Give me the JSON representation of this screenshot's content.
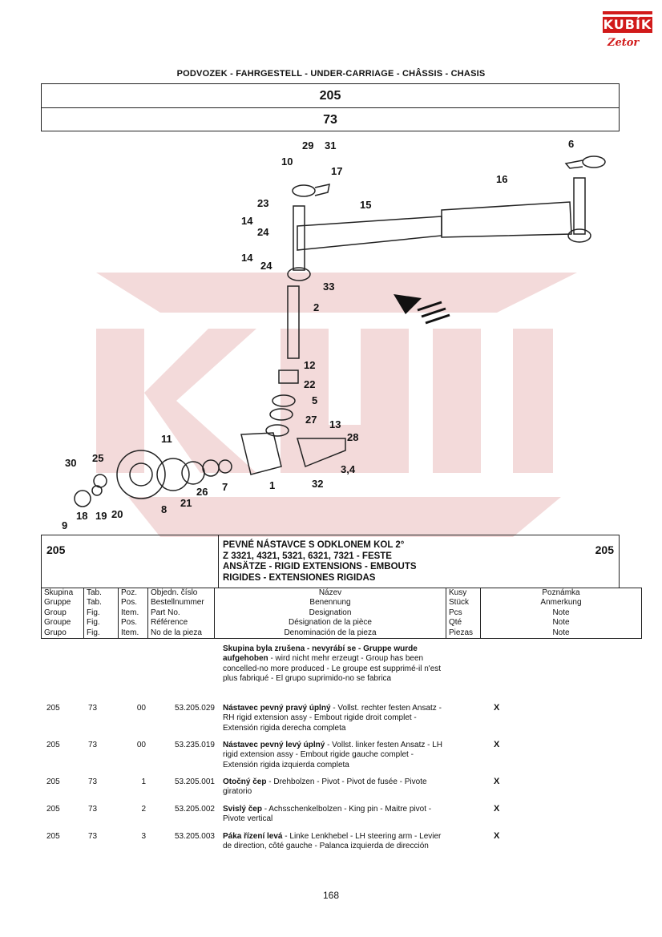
{
  "brand": {
    "logo_text": "KUBÍK",
    "logo_sub": "Zetor",
    "watermark": "KUBÍK"
  },
  "header": {
    "title": "PODVOZEK - FAHRGESTELL - UNDER-CARRIAGE - CHÂSSIS - CHASIS",
    "group": "205",
    "table": "73"
  },
  "diagram": {
    "labels": [
      "29",
      "31",
      "6",
      "10",
      "17",
      "16",
      "23",
      "15",
      "14",
      "24",
      "14",
      "24",
      "33",
      "2",
      "12",
      "22",
      "5",
      "27",
      "13",
      "28",
      "3,4",
      "32",
      "11",
      "1",
      "7",
      "26",
      "21",
      "8",
      "25",
      "30",
      "9",
      "18",
      "19",
      "20"
    ]
  },
  "caption": {
    "group_left": "205",
    "group_right": "205",
    "line1": "PEVNÉ NÁSTAVCE S ODKLONEM KOL 2°",
    "line2": "Z 3321, 4321, 5321, 6321, 7321 - FESTE",
    "line3": "ANSÄTZE - RIGID EXTENSIONS - EMBOUTS",
    "line4": "RIGIDES - EXTENSIONES RIGIDAS"
  },
  "columns": {
    "group": [
      "Skupina",
      "Gruppe",
      "Group",
      "Groupe",
      "Grupo"
    ],
    "table": [
      "Tab.",
      "Tab.",
      "Fig.",
      "Fig.",
      "Fig."
    ],
    "pos": [
      "Poz.",
      "Pos.",
      "Item.",
      "Pos.",
      "Item."
    ],
    "partno": [
      "Objedn. číslo",
      "Bestellnummer",
      "Part No.",
      "Référence",
      "No de la pieza"
    ],
    "name": [
      "Název",
      "Benennung",
      "Designation",
      "Désignation de la pièce",
      "Denominación de la pieza"
    ],
    "qty": [
      "Kusy",
      "Stück",
      "Pcs",
      "Qté",
      "Piezas"
    ],
    "note": [
      "Poznámka",
      "Anmerkung",
      "Note",
      "Note",
      "Note"
    ]
  },
  "notice": {
    "bold": "Skupina byla zrušena - nevyrábí se - Gruppe wurde aufgehoben",
    "rest": " - wird nicht mehr erzeugt - Group has been concelled-no more produced - Le groupe est supprimé-il n'est plus fabriqué - El grupo suprimido-no se fabrica"
  },
  "rows": [
    {
      "group": "205",
      "table": "73",
      "pos": "00",
      "partno": "53.205.029",
      "bold": "Nástavec pevný pravý úplný",
      "rest": " - Vollst. rechter festen Ansatz - RH rigid extension assy - Embout rigide droit complet - Extensión rigida derecha completa",
      "note": "X"
    },
    {
      "group": "205",
      "table": "73",
      "pos": "00",
      "partno": "53.235.019",
      "bold": "Nástavec pevný levý úplný",
      "rest": " - Vollst. linker festen Ansatz - LH rigid extension assy - Embout rigide gauche complet - Extensión rigida izquierda completa",
      "note": "X"
    },
    {
      "group": "205",
      "table": "73",
      "pos": "1",
      "partno": "53.205.001",
      "bold": "Otočný čep",
      "rest": " - Drehbolzen - Pivot - Pivot de fusée - Pivote giratorio",
      "note": "X"
    },
    {
      "group": "205",
      "table": "73",
      "pos": "2",
      "partno": "53.205.002",
      "bold": "Svislý čep",
      "rest": " - Achsschenkelbolzen - King pin - Maitre pivot - Pivote vertical",
      "note": "X"
    },
    {
      "group": "205",
      "table": "73",
      "pos": "3",
      "partno": "53.205.003",
      "bold": "Páka řízení levá",
      "rest": " - Linke Lenkhebel - LH steering arm - Levier de direction, côté gauche - Palanca izquierda de dirección",
      "note": "X"
    }
  ],
  "page_number": "168"
}
